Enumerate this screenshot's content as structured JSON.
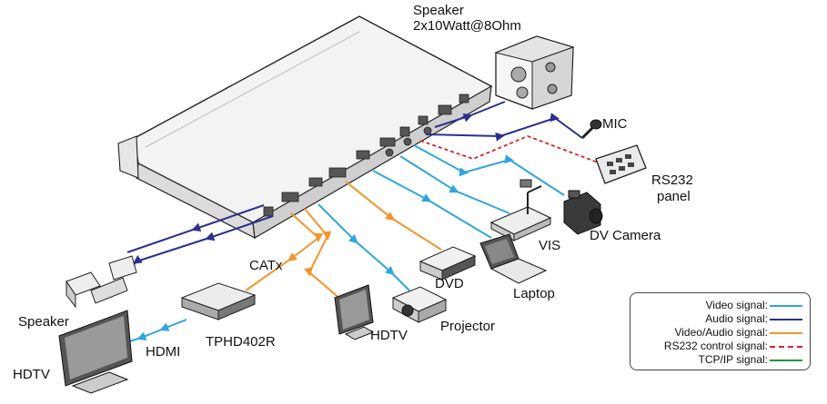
{
  "labels": {
    "speaker_top_line1": "Speaker",
    "speaker_top_line2": "2x10Watt@8Ohm",
    "mic": "MIC",
    "rs232_line1": "RS232",
    "rs232_line2": "panel",
    "vis": "VIS",
    "dv_camera": "DV Camera",
    "catx": "CATx",
    "dvd": "DVD",
    "laptop": "Laptop",
    "speaker_left": "Speaker",
    "tphd": "TPHD402R",
    "hdmi": "HDMI",
    "hdtv_left": "HDTV",
    "hdtv_mid": "HDTV",
    "projector": "Projector"
  },
  "legend": [
    {
      "label": "Video signal:",
      "color": "#2fa6dc",
      "style": "solid"
    },
    {
      "label": "Audio signal:",
      "color": "#2b2f8f",
      "style": "solid"
    },
    {
      "label": "Video/Audio signal:",
      "color": "#f0962e",
      "style": "solid"
    },
    {
      "label": "RS232 control signal:",
      "color": "#e0202a",
      "style": "dashed"
    },
    {
      "label": "TCP/IP signal:",
      "color": "#1f9a3c",
      "style": "solid"
    }
  ]
}
